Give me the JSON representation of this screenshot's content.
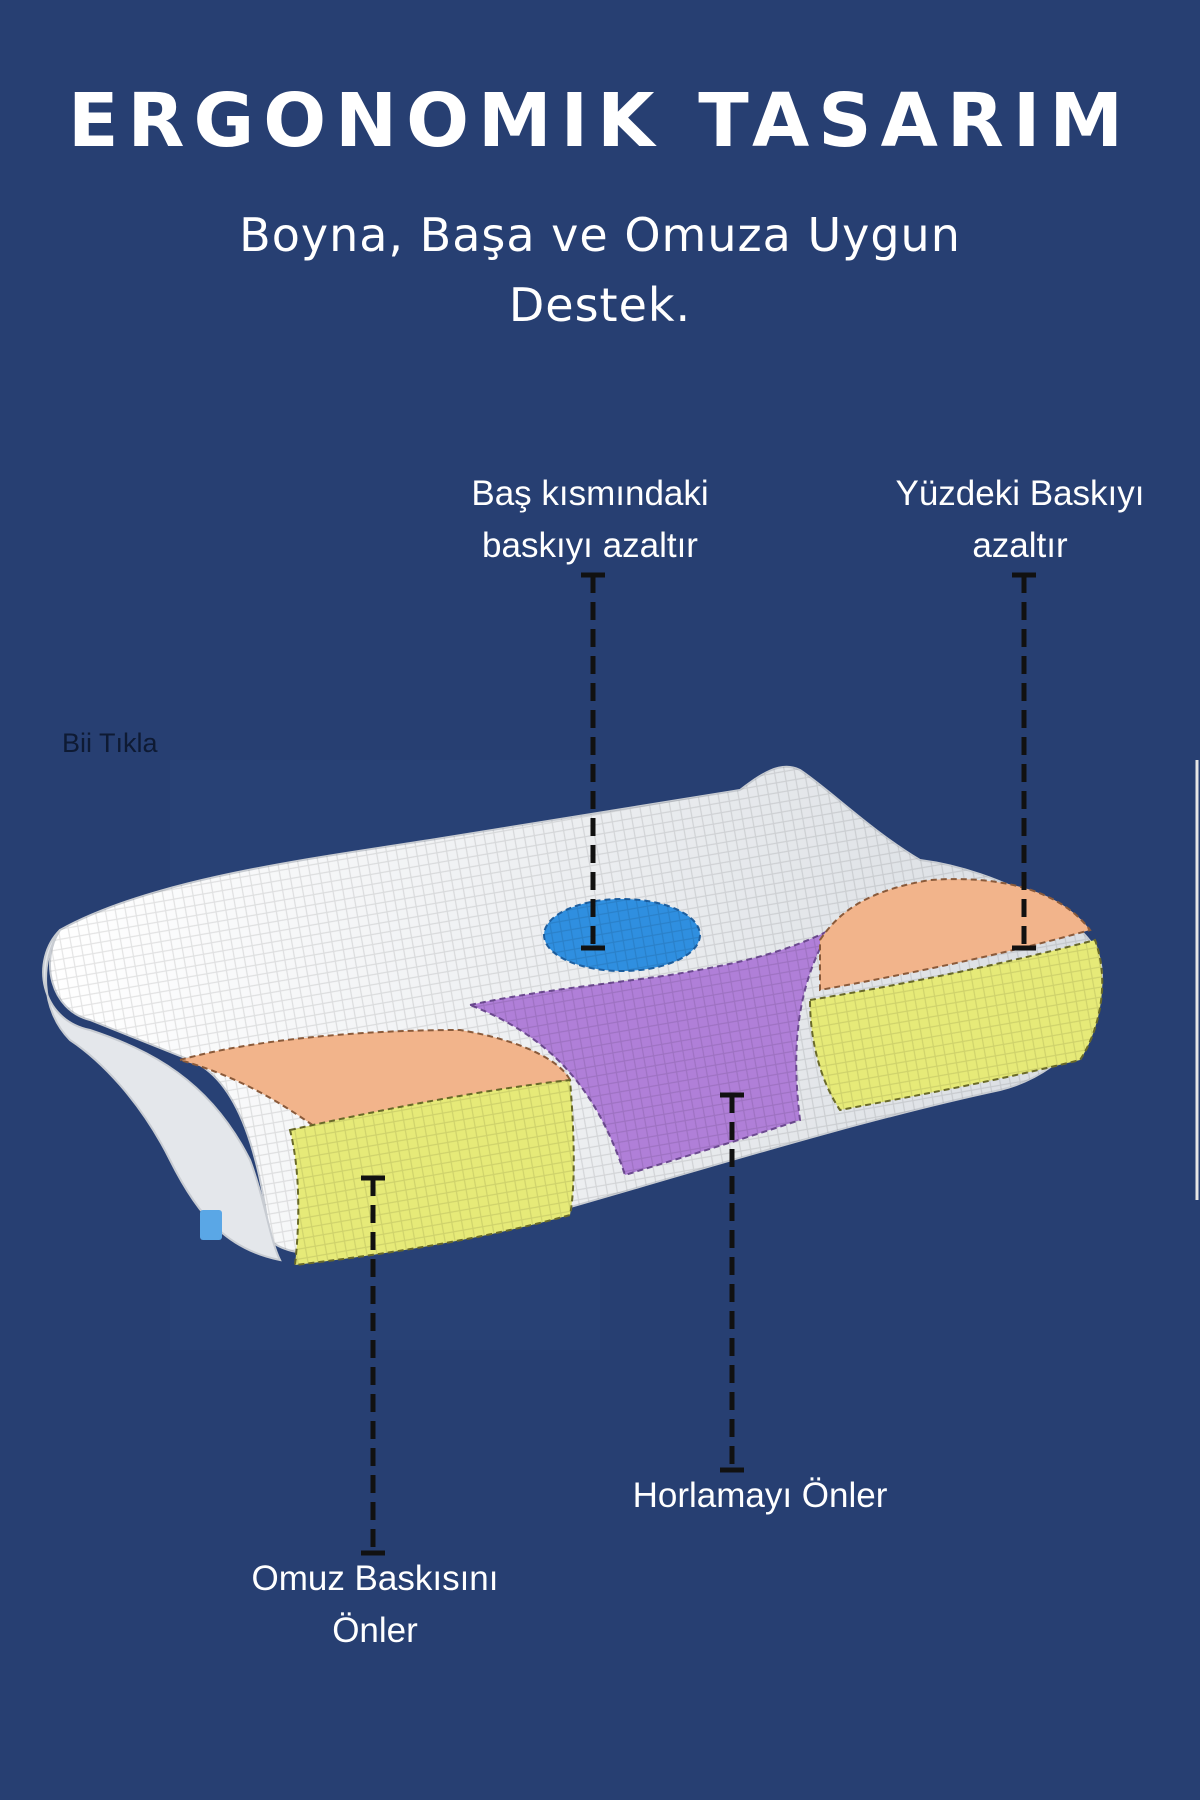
{
  "header": {
    "title": "ERGONOMIK TASARIM",
    "subtitle": "Boyna, Başa ve Omuza Uygun Destek."
  },
  "callouts": {
    "head": {
      "line1": "Baş kısmındaki",
      "line2": "baskıyı azaltır"
    },
    "face": {
      "line1": "Yüzdeki Baskıyı",
      "line2": "azaltır"
    },
    "snoring": {
      "line1": "Horlamayı Önler"
    },
    "shoulder": {
      "line1": "Omuz Baskısını",
      "line2": "Önler"
    }
  },
  "link_text": "Bii Tıkla",
  "colors": {
    "background": "#273f72",
    "pillow_white": "#eef0f2",
    "zone_blue": "#2f8fe0",
    "zone_purple": "#b07fd8",
    "zone_orange": "#f2b48b",
    "zone_yellow": "#e6ea78",
    "pointer": "#111111"
  }
}
